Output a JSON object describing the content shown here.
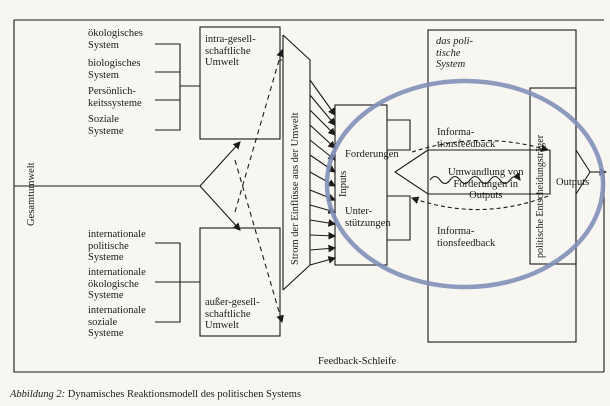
{
  "labels": {
    "gesamtumwelt": "Gesamtumwelt",
    "eco_system": "ökologisches\nSystem",
    "bio_system": "biologisches\nSystem",
    "personality_systems": "Persönlich-\nkeitssysteme",
    "social_systems": "Soziale\nSysteme",
    "intra_env": "intra-gesell-\nschaftliche\nUmwelt",
    "intl_political": "internationale\npolitische\nSysteme",
    "intl_ecological": "internationale\nökologische\nSysteme",
    "intl_social": "internationale\nsoziale\nSysteme",
    "extra_env": "außer-gesell-\nschaftliche\nUmwelt",
    "stream": "Strom der Einflüsse aus der Umwelt",
    "inputs": "Inputs",
    "demands": "Forderungen",
    "supports": "Unter-\nstützungen",
    "political_system": "das poli-\ntische\nSystem",
    "info_feedback_top": "Informa-\ntionsfeedback",
    "conversion": "Umwandlung von\nForderungen in\nOutputs",
    "info_feedback_bottom": "Informa-\ntionsfeedback",
    "decision_makers": "politische Entscheidungsträger",
    "outputs": "Outputs",
    "feedback_loop": "Feedback-Schleife"
  },
  "caption": {
    "prefix": "Abbildung 2:",
    "text": "Dynamisches Reaktionsmodell des politischen Systems"
  },
  "colors": {
    "ink": "#1b1b1b",
    "highlight_ellipse": "#8090b8",
    "paper": "#f8f6f1"
  }
}
